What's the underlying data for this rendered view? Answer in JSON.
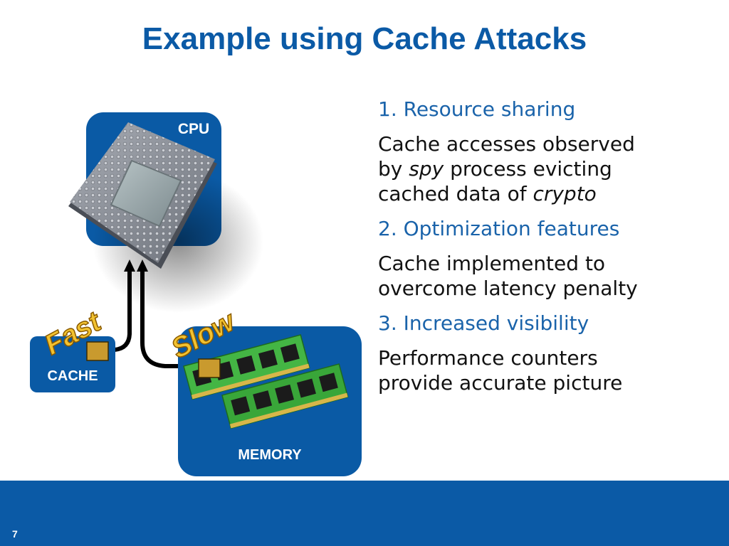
{
  "title": "Example using Cache Attacks",
  "diagram": {
    "cpu_label": "CPU",
    "cache_label": "CACHE",
    "memory_label": "MEMORY",
    "fast_label": "Fast",
    "slow_label": "Slow"
  },
  "points": [
    {
      "heading": "1. Resource sharing",
      "line1": "Cache accesses observed",
      "line2a": "by ",
      "line2b": "spy",
      "line2c": " process evicting",
      "line3a": "cached data of ",
      "line3b": "crypto"
    },
    {
      "heading": "2. Optimization features",
      "line1": "Cache implemented to",
      "line2": "overcome latency penalty"
    },
    {
      "heading": "3. Increased visibility",
      "line1": "Performance counters",
      "line2": "provide accurate picture"
    }
  ],
  "page_number": "7",
  "colors": {
    "accent": "#0b5aa6",
    "box": "#0a5aa5",
    "chip": "#c99a2e",
    "ram_green": "#3aa83a"
  }
}
